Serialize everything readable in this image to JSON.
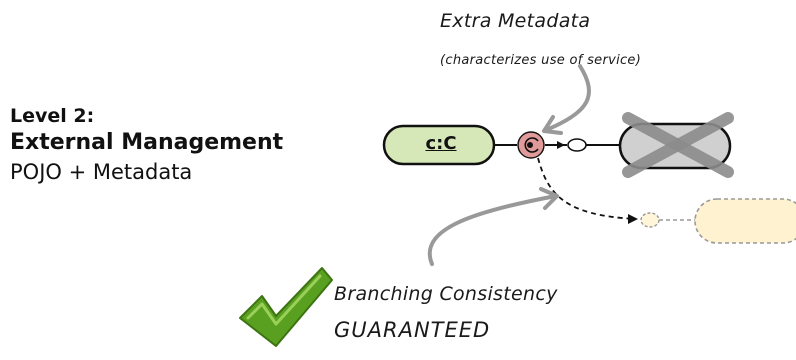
{
  "title": {
    "level": "Level 2:",
    "heading": "External Management",
    "subtitle": "POJO + Metadata"
  },
  "annotations": {
    "extra_metadata": "Extra Metadata",
    "characterizes": "(characterizes use of service)",
    "branching": "Branching Consistency",
    "guaranteed": "GUARANTEED"
  },
  "node": {
    "label": "c:C"
  },
  "colors": {
    "component_fill": "#d7e8b8",
    "metadata_fill": "#e09a9a",
    "crossed_fill": "#d0d0d0",
    "cross": "#8c8c8c",
    "target_fill": "#fff2d0",
    "arrow_gray": "#999999",
    "check_green": "#5aa020"
  },
  "icons": [
    "check-mark-icon",
    "cross-icon"
  ]
}
